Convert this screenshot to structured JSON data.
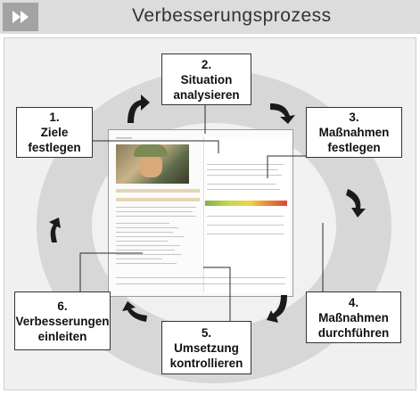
{
  "header": {
    "title": "Verbesserungsprozess",
    "icon": "fast-forward-icon"
  },
  "steps": [
    {
      "line1": "1.",
      "line2": "Ziele",
      "line3": "festlegen"
    },
    {
      "line1": "2.",
      "line2": "Situation",
      "line3": "analysieren"
    },
    {
      "line1": "3.",
      "line2": "Maßnahmen",
      "line3": "festlegen"
    },
    {
      "line1": "4.",
      "line2": "Maßnahmen",
      "line3": "durchführen"
    },
    {
      "line1": "5.",
      "line2": "Umsetzung",
      "line3": "kontrollieren"
    },
    {
      "line1": "6.",
      "line2": "Verbesserungen",
      "line3": "einleiten"
    }
  ],
  "colors": {
    "header_bg": "#dcdcdc",
    "ring": "#d7d7d7",
    "arrow": "#1a1a1a"
  }
}
